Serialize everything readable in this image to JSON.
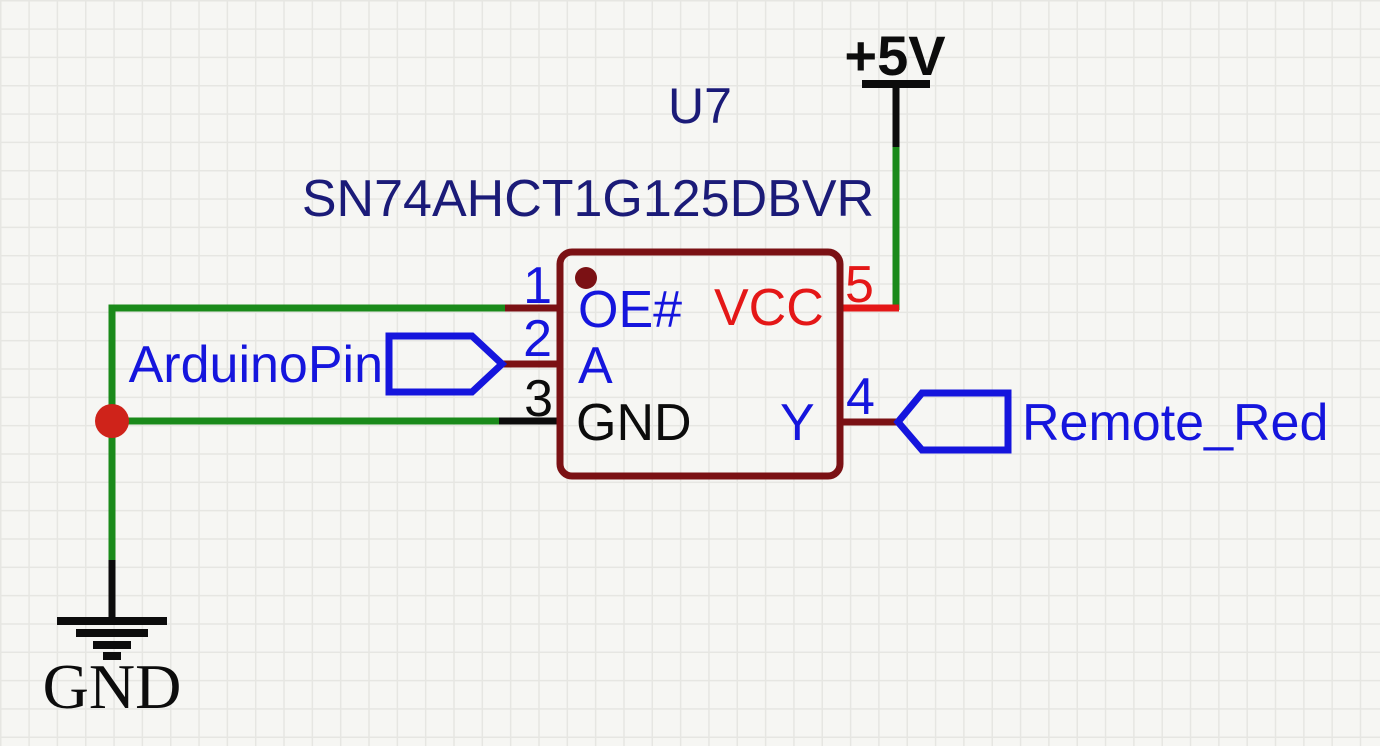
{
  "palette": {
    "background": "#f6f6f3",
    "grid_line": "#e6e6e2",
    "component_maroon": "#7b1114",
    "wire_green": "#1a8a1a",
    "power_red": "#e41717",
    "junction_red": "#cf231a",
    "signal_blue": "#1515dd",
    "label_navy": "#1b1b78",
    "ink_black": "#0c0c0c"
  },
  "schematic": {
    "component": {
      "refdes": "U7",
      "part_number": "SN74AHCT1G125DBVR",
      "pins": [
        {
          "number": "1",
          "name": "OE#"
        },
        {
          "number": "2",
          "name": "A"
        },
        {
          "number": "3",
          "name": "GND"
        },
        {
          "number": "4",
          "name": "Y"
        },
        {
          "number": "5",
          "name": "VCC"
        }
      ]
    },
    "net_flags": {
      "arduino_pin": "ArduinoPin",
      "remote_red": "Remote_Red"
    },
    "power": {
      "vcc_label": "+5V",
      "gnd_label": "GND"
    }
  }
}
